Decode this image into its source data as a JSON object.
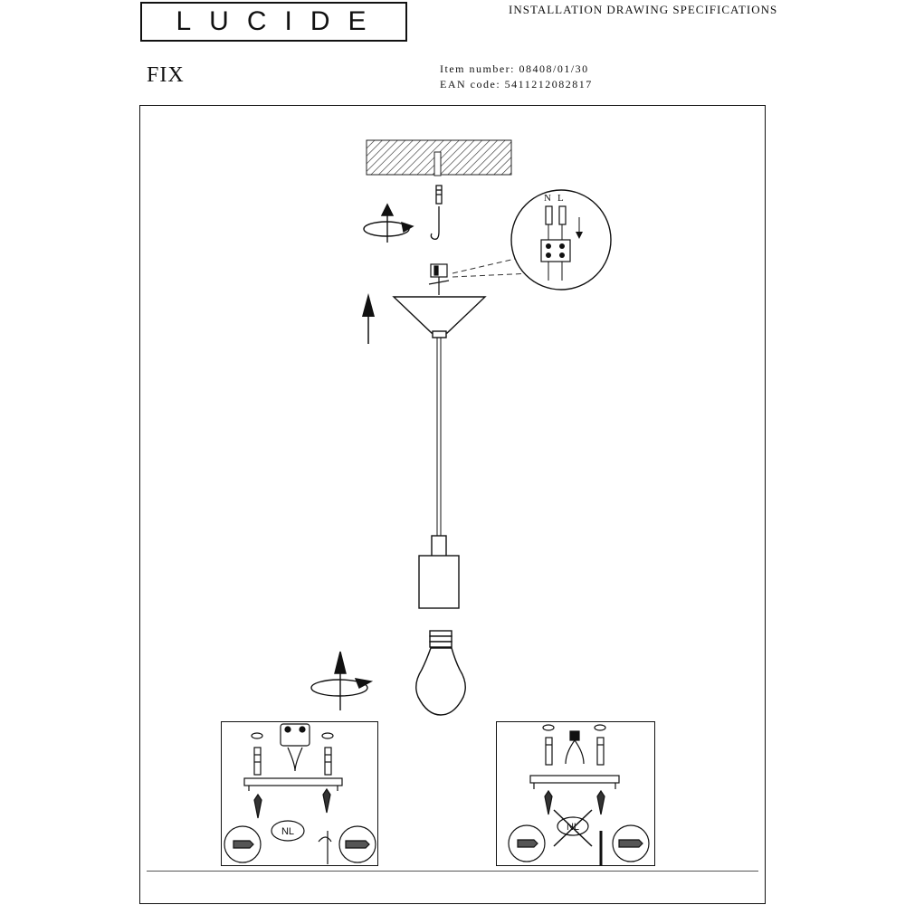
{
  "brand": {
    "logo": "LUCIDE"
  },
  "header": {
    "spec_title": "INSTALLATION DRAWING SPECIFICATIONS"
  },
  "product": {
    "name": "FIX",
    "item_number_line": "Item number: 08408/01/30",
    "ean_line": "EAN code: 5411212082817"
  },
  "wiring": {
    "neutral": "N",
    "live": "L"
  },
  "panels": {
    "left_badge": "NL",
    "right_badge": "NL"
  }
}
